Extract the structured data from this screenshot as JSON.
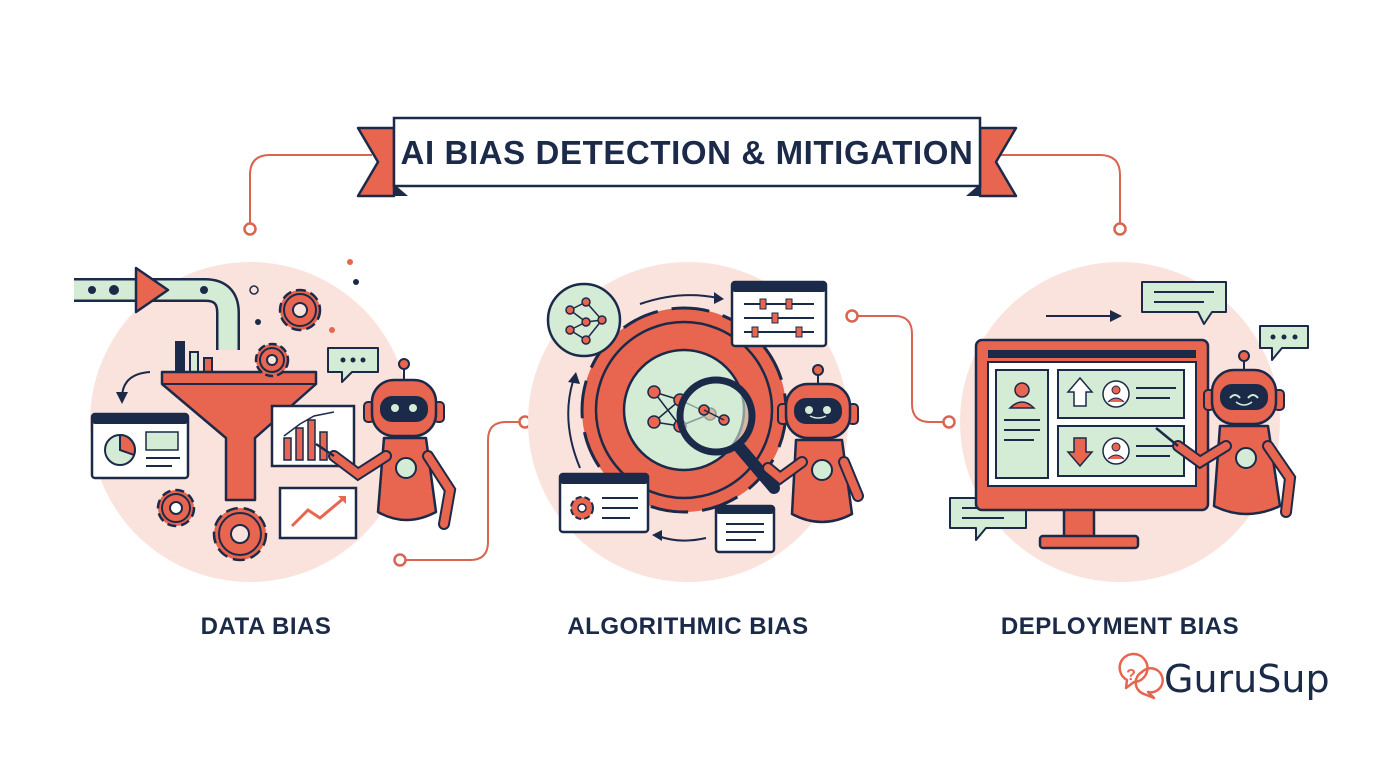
{
  "title": "AI BIAS DETECTION & MITIGATION",
  "stages": [
    {
      "label": "DATA BIAS",
      "icon": "funnel-gears-icon"
    },
    {
      "label": "ALGORITHMIC BIAS",
      "icon": "gear-magnifier-icon"
    },
    {
      "label": "DEPLOYMENT BIAS",
      "icon": "monitor-profiles-icon"
    }
  ],
  "brand": {
    "name": "GuruSup",
    "icon": "speech-bubble-question-icon"
  },
  "colors": {
    "coral": "#E8654F",
    "navy": "#1C2A4A",
    "mint": "#D4EBD5",
    "blush": "#FBE3DD",
    "connector": "#D9644F"
  }
}
